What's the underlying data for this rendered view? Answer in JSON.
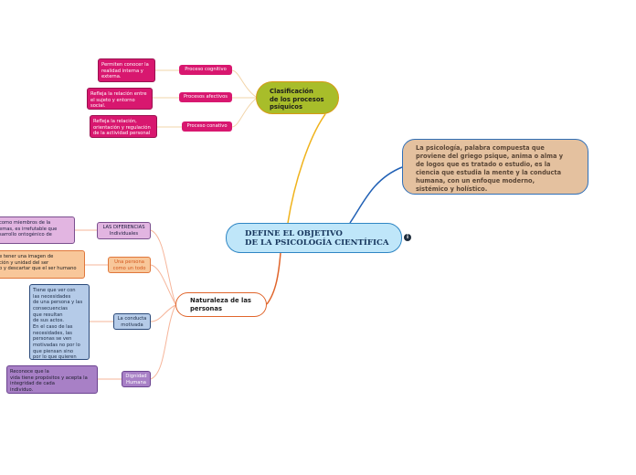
{
  "central": {
    "title": "DEFINE EL OBJETIVO\n   DE LA PSICOLOGÍA CIENTÍFICA"
  },
  "psychology": {
    "text": "La psicología, palabra compuesta que\nproviene del griego psique, anima o alma y\nde logos que es tratado o estudio, es la\nciencia que estudia la mente y la conducta\nhumana, con un enfoque moderno,\nsistémico y holístico."
  },
  "clasificacion": {
    "title": "Clasificación\nde los procesos\npsíquicos",
    "items": [
      {
        "label": "Proceso cognitivo",
        "detail": "Permiten conocer la\nrealidad interna y\nexterna."
      },
      {
        "label": "Procesos afectivos",
        "detail": "Refleja la relación entre\nel sujeto y entorno\nsocial."
      },
      {
        "label": "Proceso conativo",
        "detail": "Refleja la relación,\norientación y regulación\nde la actividad personal"
      }
    ]
  },
  "naturaleza": {
    "title": "Naturaleza de las\npersonas",
    "items": [
      {
        "label": "LAS DIFERENCIAS\nIndividuales",
        "detail": "como miembros de la\nemas, es irrefutable que\nsarrollo ontogénico de"
      },
      {
        "label": "Una persona\ncomo un todo",
        "detail": "e tener una imagen de\nción y unidad del ser\no y descartar que el ser humano"
      },
      {
        "label": "La conducta\nmotivada",
        "detail": "Tiene que ver con\nlas necesidades\nde una persona y las\nconsecuencias\nque resultan\nde sus actos.\nEn el caso de las\nnecesidades, las\npersonas se ven\nmotivadas no por lo\nque piensan sino\npor lo que quieren"
      },
      {
        "label": "Dignidad\nHumana",
        "detail": "Reconoce que la\nvida tiene propósitos y acepta la\nintegridad de cada\nindividuo."
      }
    ]
  },
  "info_icon": {
    "glyph": "i"
  },
  "colors": {
    "central_fill": "#bfe6f9",
    "psych_fill": "#e4c19f",
    "clas_fill": "#a8bd2a",
    "pink": "#d8176f",
    "purple_light": "#e2b5e1",
    "orange_light": "#f8c79a",
    "blue_light": "#b5cbe8",
    "purple": "#a880c6"
  }
}
